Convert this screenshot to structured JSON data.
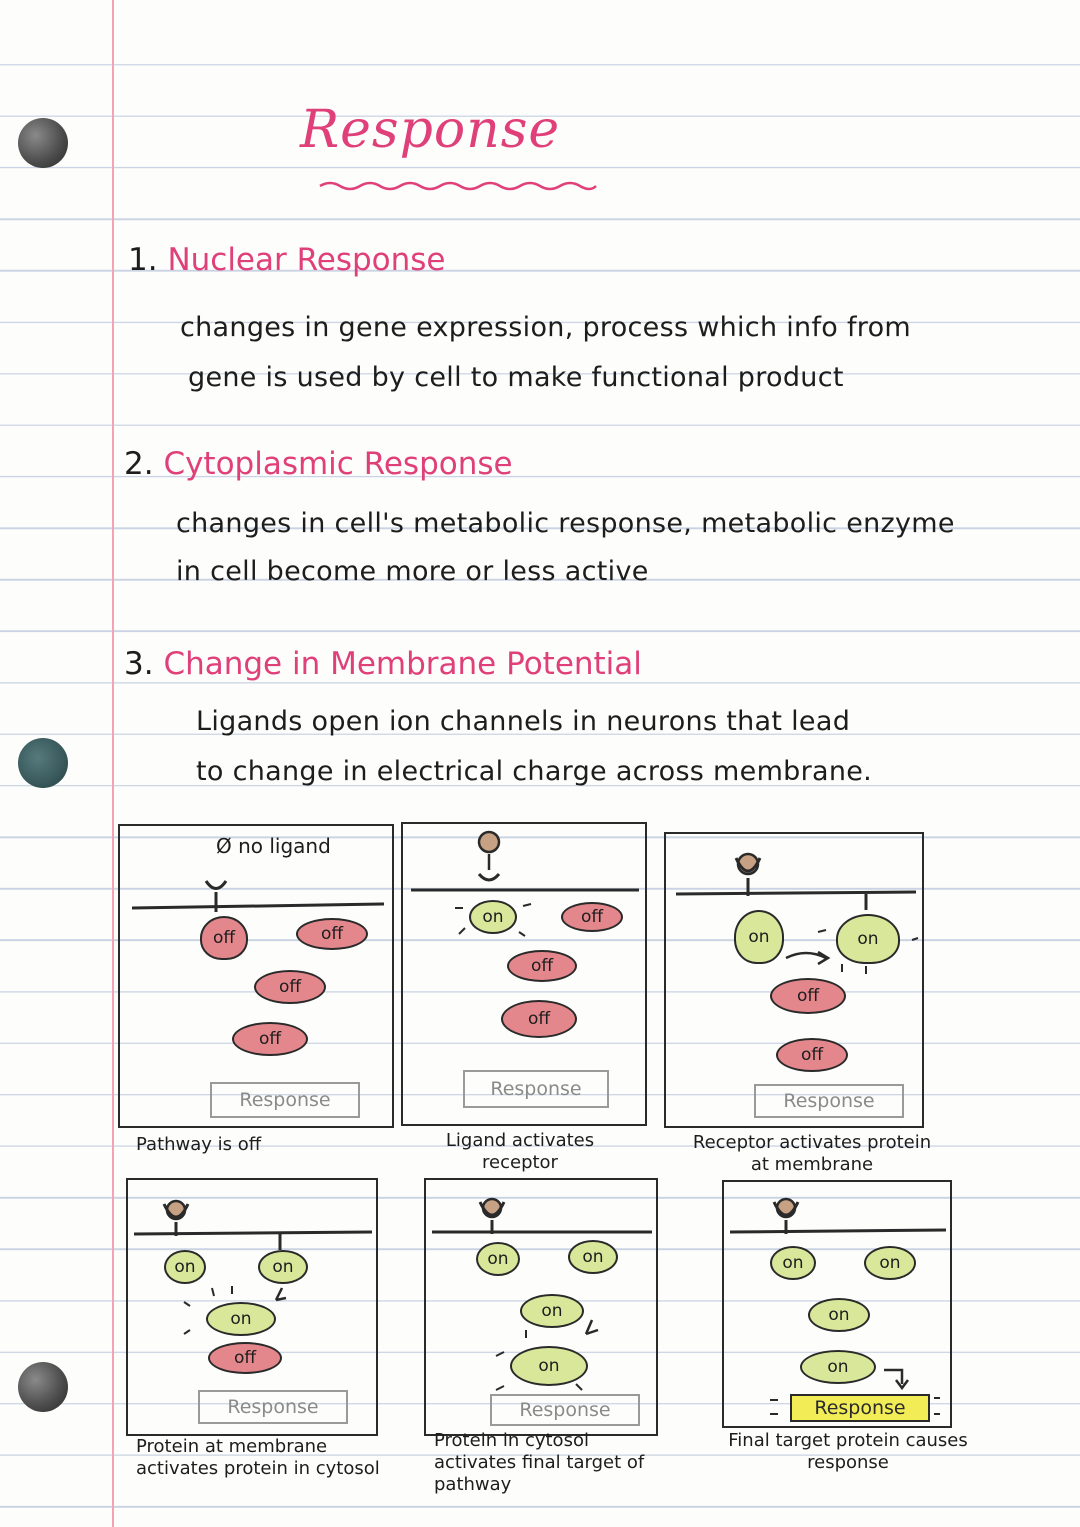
{
  "title": "Response",
  "sections": [
    {
      "number": "1.",
      "heading": "Nuclear Response",
      "lines": [
        "changes in gene expression, process which info from",
        "gene is used by cell to make functional product"
      ]
    },
    {
      "number": "2.",
      "heading": "Cytoplasmic Response",
      "lines": [
        "changes in cell's metabolic response, metabolic enzyme",
        "in cell become more or less active"
      ]
    },
    {
      "number": "3.",
      "heading": "Change in Membrane Potential",
      "lines": [
        "Ligands open ion channels in neurons that lead",
        "to change in electrical charge across membrane."
      ]
    }
  ],
  "diagram": {
    "no_ligand_label": "Ø no ligand",
    "response_label": "Response",
    "on_label": "on",
    "off_label": "off",
    "captions": [
      "Pathway is off",
      "Ligand activates receptor",
      "Receptor activates protein at membrane",
      "Protein at membrane activates protein in cytosol",
      "Protein in cytosol activates final target of pathway",
      "Final target protein causes response"
    ]
  },
  "colors": {
    "heading": "#e0407a",
    "on_protein": "#d8e79a",
    "off_protein": "#e3878c",
    "response_active": "#f2ec57",
    "rule_lines": "#c9d3e3",
    "margin": "#f2a3b4"
  }
}
